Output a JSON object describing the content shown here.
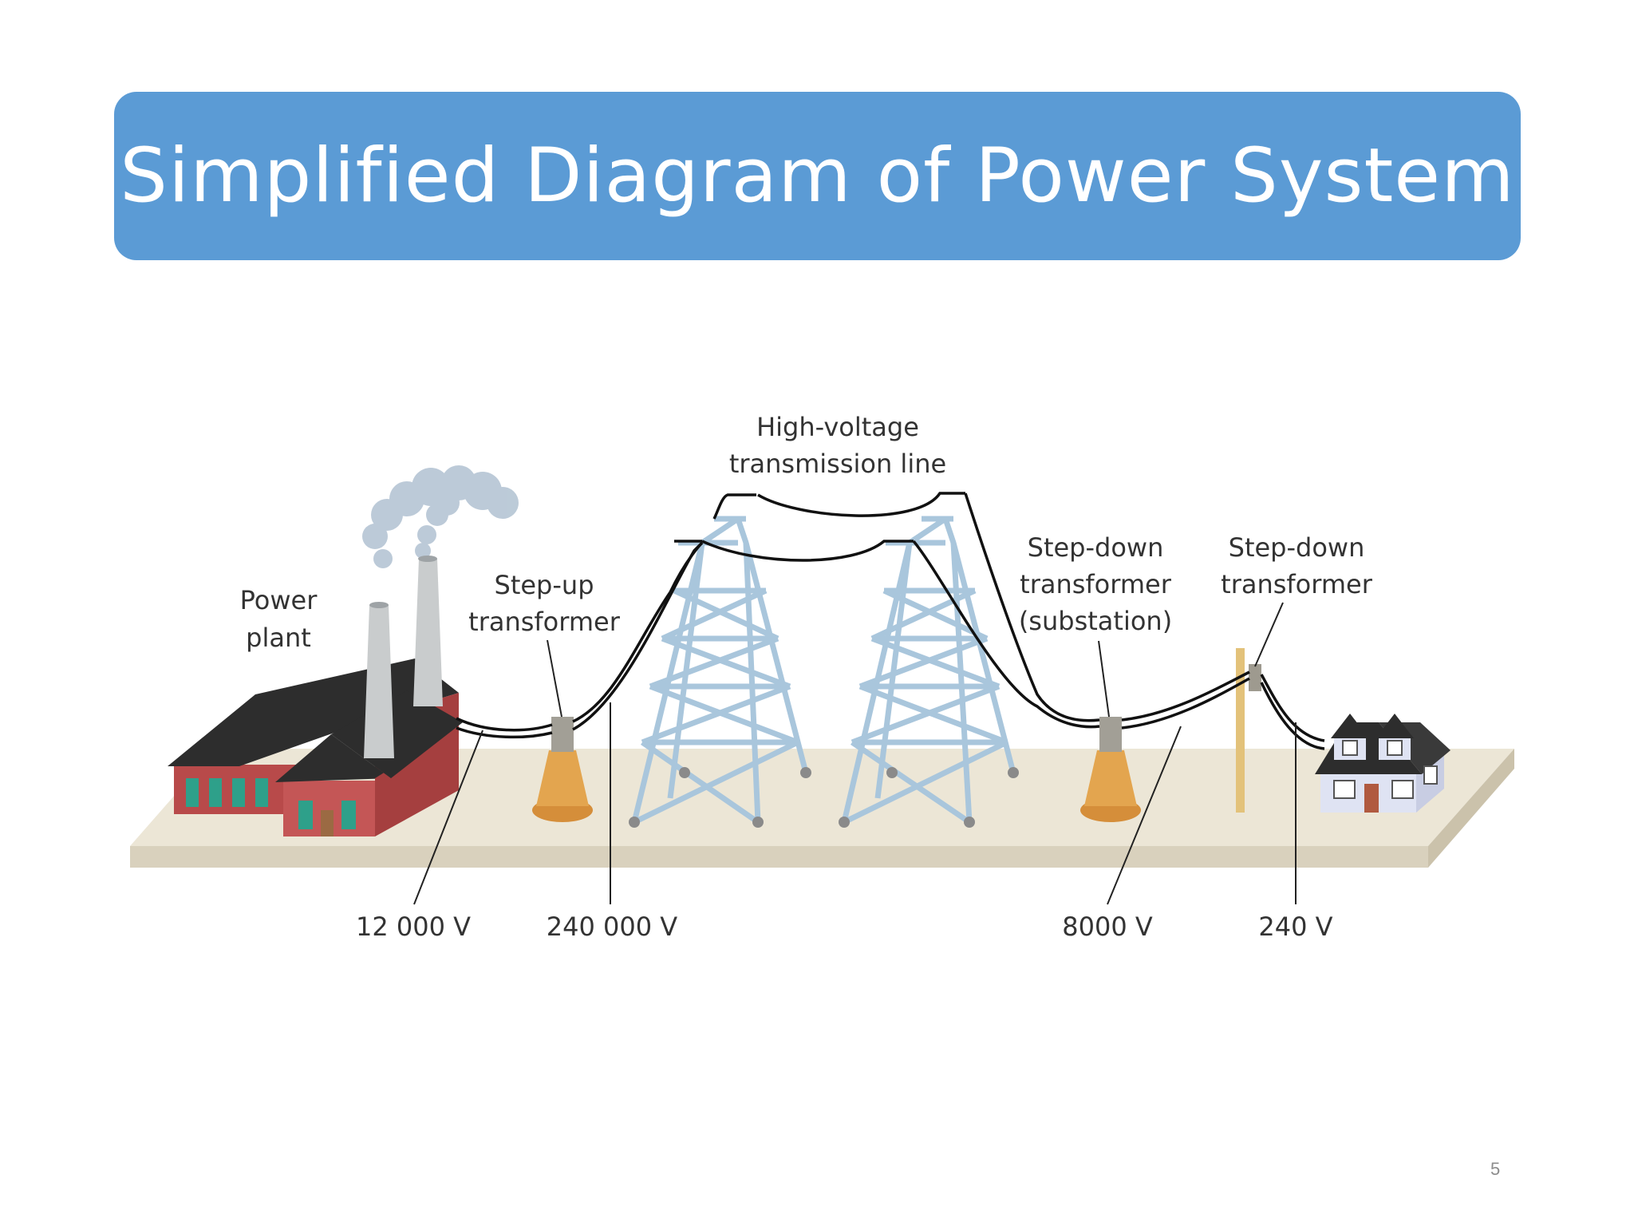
{
  "slide": {
    "title": "Simplified Diagram of Power System",
    "page_number": "5"
  },
  "diagram": {
    "labels": {
      "power_plant": [
        "Power",
        "plant"
      ],
      "step_up": [
        "Step-up",
        "transformer"
      ],
      "transmission_line": [
        "High-voltage",
        "transmission line"
      ],
      "substation": [
        "Step-down",
        "transformer",
        "(substation)"
      ],
      "step_down": [
        "Step-down",
        "transformer"
      ]
    },
    "voltages": {
      "plant_output": "12 000 V",
      "transmission": "240 000 V",
      "substation_output": "8000 V",
      "household": "240 V"
    }
  },
  "colors": {
    "banner": "#5b9bd5",
    "ground": "#ece6d6",
    "brick": "#b84a4a",
    "roof": "#2d2d2d",
    "tower": "#a9c6dc",
    "transformer": "#e3a54f",
    "house_wall": "#dfe3f3",
    "wire": "#111111"
  }
}
